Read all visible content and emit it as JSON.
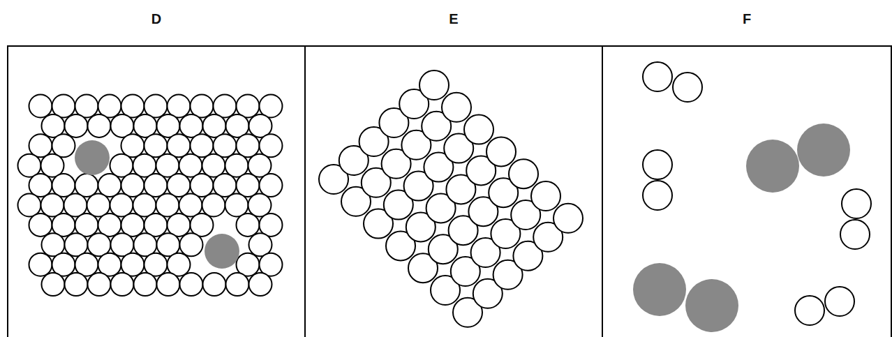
{
  "diagram": {
    "nodes": [
      {
        "text": [
          "D"
        ]
      },
      {
        "text": [
          "E"
        ]
      },
      {
        "text": [
          "F"
        ]
      }
    ]
  }
}
